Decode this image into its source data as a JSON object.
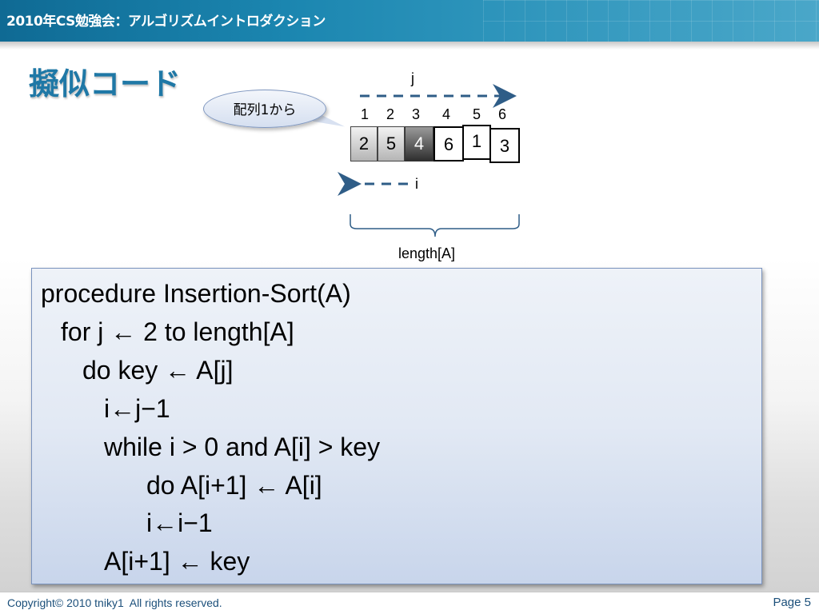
{
  "header": {
    "title": "2010年CS勉強会：アルゴリズムイントロダクション"
  },
  "slide": {
    "title": "擬似コード",
    "callout": "配列1から"
  },
  "diagram": {
    "j_label": "j",
    "i_label": "i",
    "length_label": "length[A]",
    "indices": [
      "1",
      "2",
      "3",
      "4",
      "5",
      "6"
    ],
    "cells": [
      {
        "value": "2",
        "state": "sorted"
      },
      {
        "value": "5",
        "state": "sorted"
      },
      {
        "value": "4",
        "state": "key"
      },
      {
        "value": "6",
        "state": "unsorted"
      },
      {
        "value": "1",
        "state": "unsorted"
      },
      {
        "value": "3",
        "state": "unsorted"
      }
    ],
    "colors": {
      "arrow": "#2f5d87",
      "sorted_fill": "#cfcfcf",
      "key_fill": "#555555",
      "unsorted_fill": "#ffffff"
    }
  },
  "code": {
    "lines": [
      "procedure Insertion-Sort(A)",
      "for j ← 2 to length[A]",
      "do key ← A[j]",
      "i←j−1",
      "while i > 0 and A[i] > key",
      "do A[i+1] ← A[i]",
      "i←i−1",
      "A[i+1] ← key"
    ]
  },
  "footer": {
    "copyright": "Copyright© 2010 tniky1  All rights reserved.",
    "page": "Page 5"
  }
}
